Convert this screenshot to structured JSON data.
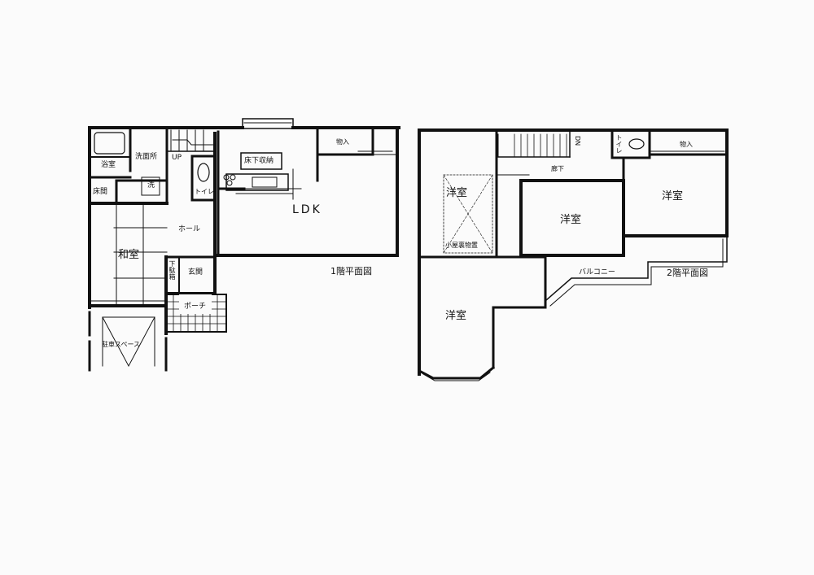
{
  "floor1": {
    "title": "1階平面図",
    "rooms": {
      "yokushitsu": "浴室",
      "senmenjo": "洗面所",
      "sen": "洗",
      "tokonoma": "床間",
      "washitsu": "和室",
      "hall": "ホール",
      "toilet": "トイレ",
      "genkan": "玄関",
      "getabako": "下駄箱",
      "porch": "ポーチ",
      "ldk": "LDK",
      "yukashita": "床下収納",
      "monoire": "物入",
      "up": "UP",
      "parking": "駐車スペース"
    }
  },
  "floor2": {
    "title": "2階平面図",
    "rooms": {
      "yoshitsu_tl": "洋室",
      "koyaura": "小屋裏物置",
      "yoshitsu_c": "洋室",
      "yoshitsu_r": "洋室",
      "yoshitsu_bl": "洋室",
      "rouka": "廊下",
      "dn": "DN",
      "toilet": "トイレ",
      "monoire": "物入",
      "balcony": "バルコニー"
    }
  }
}
